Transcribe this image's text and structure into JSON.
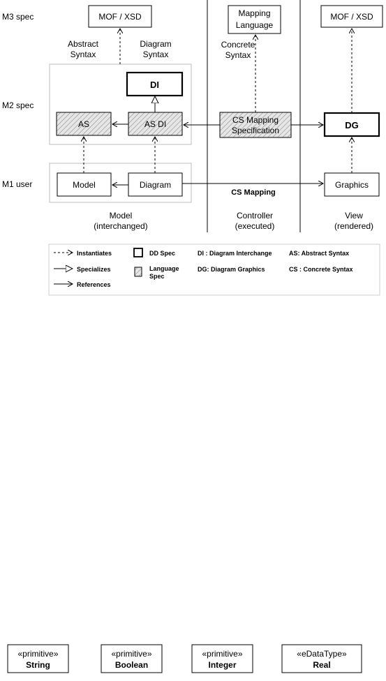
{
  "levels": {
    "m3": "M3 spec",
    "m2": "M2 spec",
    "m1": "M1 user"
  },
  "boxes": {
    "mof_left": "MOF / XSD",
    "mapping_language_1": "Mapping",
    "mapping_language_2": "Language",
    "mof_right": "MOF / XSD",
    "di": "DI",
    "as": "AS",
    "as_di": "AS DI",
    "cs_mapping_spec_1": "CS Mapping",
    "cs_mapping_spec_2": "Specification",
    "dg": "DG",
    "model": "Model",
    "diagram": "Diagram",
    "graphics": "Graphics"
  },
  "labels": {
    "abstract_syntax_1": "Abstract",
    "abstract_syntax_2": "Syntax",
    "diagram_syntax_1": "Diagram",
    "diagram_syntax_2": "Syntax",
    "concrete_syntax_1": "Concrete",
    "concrete_syntax_2": "Syntax",
    "cs_mapping": "CS Mapping"
  },
  "columns": {
    "model_1": "Model",
    "model_2": "(interchanged)",
    "controller_1": "Controller",
    "controller_2": "(executed)",
    "view_1": "View",
    "view_2": "(rendered)"
  },
  "legend": {
    "instantiates": "Instantiates",
    "specializes": "Specializes",
    "references": "References",
    "dd_spec": "DD Spec",
    "language_spec_1": "Language",
    "language_spec_2": "Spec",
    "di_def": "DI : Diagram Interchange",
    "dg_def": "DG: Diagram Graphics",
    "as_def": "AS: Abstract Syntax",
    "cs_def": "CS : Concrete Syntax"
  },
  "primitives": [
    {
      "stereotype": "«primitive»",
      "name": "String"
    },
    {
      "stereotype": "«primitive»",
      "name": "Boolean"
    },
    {
      "stereotype": "«primitive»",
      "name": "Integer"
    },
    {
      "stereotype": "«eDataType»",
      "name": "Real"
    }
  ]
}
